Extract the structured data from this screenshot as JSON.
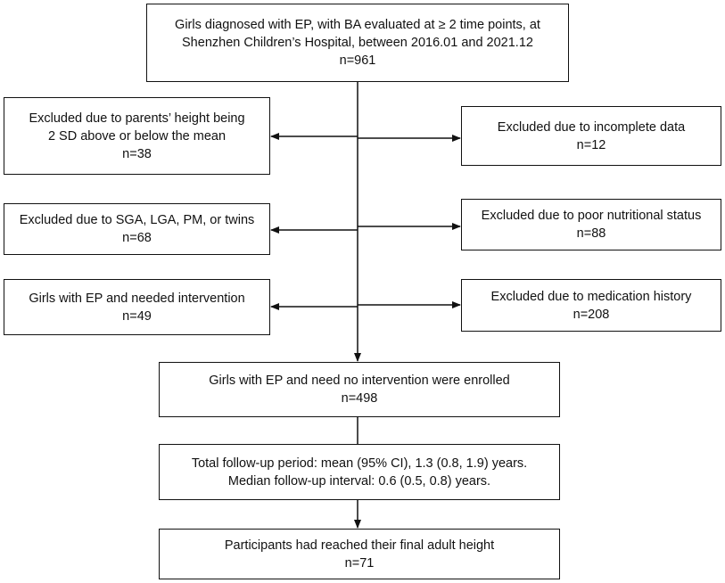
{
  "boxes": {
    "main": {
      "lines": [
        "Girls diagnosed with EP, with BA evaluated at ≥ 2 time points, at",
        "Shenzhen Children’s Hospital, between 2016.01 and 2021.12",
        "n=961"
      ]
    },
    "parents_height": {
      "lines": [
        "Excluded due to parents’ height being",
        "2 SD above or below the mean",
        "n=38"
      ]
    },
    "incomplete_data": {
      "lines": [
        "Excluded due to incomplete data",
        "n=12"
      ]
    },
    "sga_lga": {
      "lines": [
        "Excluded due to SGA, LGA, PM, or twins",
        "n=68"
      ]
    },
    "nutrition": {
      "lines": [
        "Excluded due to poor nutritional status",
        "n=88"
      ]
    },
    "intervention": {
      "lines": [
        "Girls with EP and needed intervention",
        "n=49"
      ]
    },
    "medication": {
      "lines": [
        "Excluded due to medication history",
        "n=208"
      ]
    },
    "enrolled": {
      "lines": [
        "Girls with EP and need no intervention were enrolled",
        "n=498"
      ]
    },
    "followup": {
      "lines": [
        "Total follow-up period: mean (95% CI), 1.3 (0.8, 1.9) years.",
        "Median follow-up interval: 0.6 (0.5, 0.8) years."
      ]
    },
    "final_height": {
      "lines": [
        "Participants had reached their final adult height",
        "n=71"
      ]
    }
  },
  "colors": {
    "stroke": "#111111",
    "background": "#ffffff"
  }
}
